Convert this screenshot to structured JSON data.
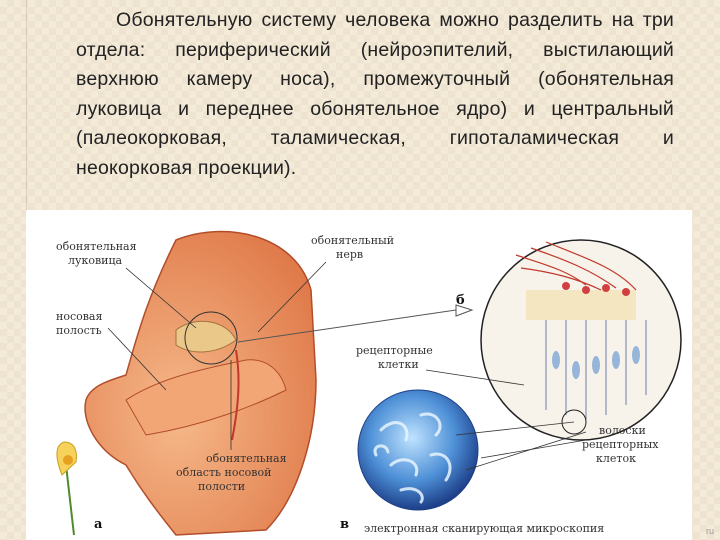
{
  "paragraph": "Обонятельную систему человека можно разделить на три отдела: периферический (нейроэпителий, выстилающий верхнюю камеру носа), промежуточный (обонятельная луковица и переднее обонятельное ядро) и центральный (палеокорковая, таламическая, гипоталамическая и неокорковая проекции).",
  "figure": {
    "labels": {
      "olfactory_bulb_1": "обонятельная",
      "olfactory_bulb_2": "луковица",
      "nasal_cavity_1": "носовая",
      "nasal_cavity_2": "полость",
      "olfactory_nerve_1": "обонятельный",
      "olfactory_nerve_2": "нерв",
      "olfactory_region_1": "обонятельная",
      "olfactory_region_2": "область носовой",
      "olfactory_region_3": "полости",
      "receptor_cells_1": "рецепторные",
      "receptor_cells_2": "клетки",
      "hairs_1": "волоски",
      "hairs_2": "рецепторных",
      "hairs_3": "клеток",
      "caption_sem": "электронная сканирующая микроскопия",
      "letter_a": "а",
      "letter_b": "б",
      "letter_v": "в"
    }
  },
  "watermark": "ru"
}
